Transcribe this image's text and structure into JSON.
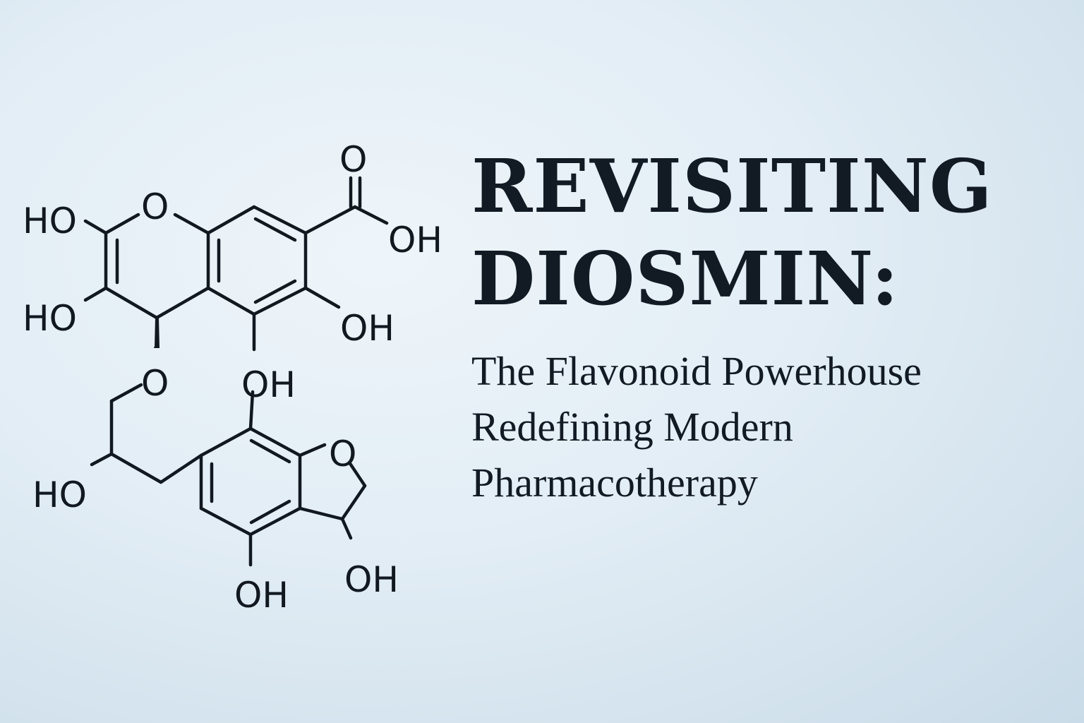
{
  "title": {
    "line1": "REVISITING",
    "line2": "DIOSMIN:"
  },
  "subtitle": {
    "line1": "The Flavonoid Powerhouse",
    "line2": "Redefining Modern",
    "line3": "Pharmacotherapy"
  },
  "molecule": {
    "labels": {
      "ho_c2": "HO",
      "ho_c3": "HO",
      "ring_o": "O",
      "carbonyl_o": "O",
      "acid_oh": "OH",
      "oh_c6": "OH",
      "oh_c5": "OH",
      "ether_o": "O",
      "ho_chain": "HO",
      "furan_o": "O",
      "oh_furan": "OH",
      "oh_lower": "OH"
    }
  },
  "colors": {
    "ink": "#111820",
    "background": "#e2edf5"
  }
}
